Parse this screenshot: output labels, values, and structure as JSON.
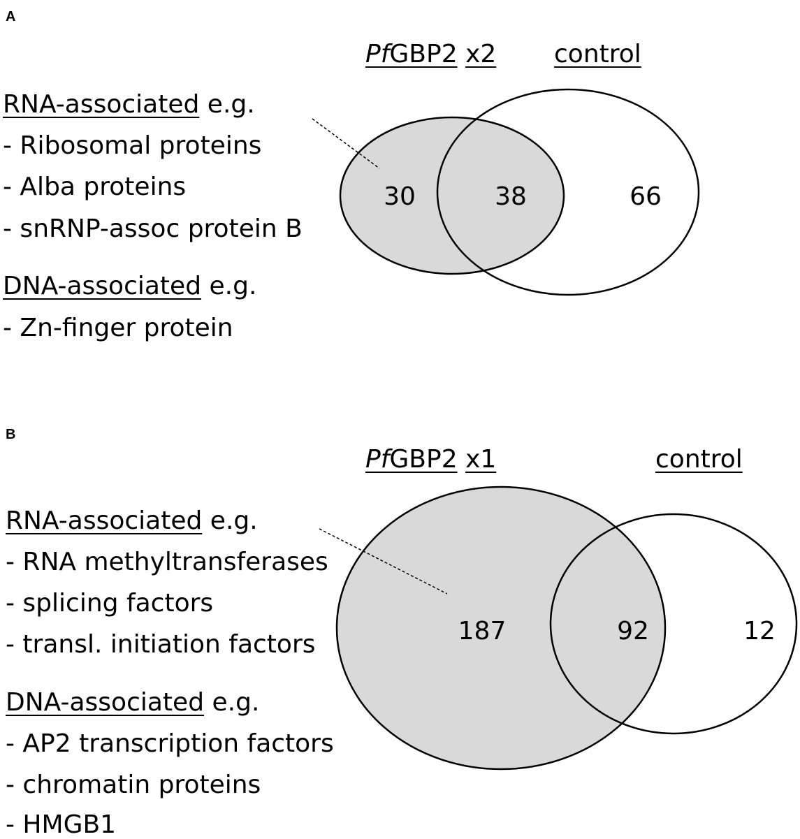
{
  "panels": [
    {
      "letter": "A",
      "header": {
        "pf_prefix": "Pf",
        "pf_rest": "GBP2",
        "multiplier": "x2",
        "control": "control"
      },
      "rna_heading": "RNA-associated",
      "rna_eg": "e.g.",
      "rna_items": [
        "- Ribosomal proteins",
        "- Alba proteins",
        "- snRNP-assoc protein B"
      ],
      "dna_heading": "DNA-associated",
      "dna_eg": "e.g.",
      "dna_items": [
        "- Zn-finger protein"
      ],
      "counts": {
        "only_pfgbp2": "30",
        "overlap": "38",
        "only_control": "66"
      }
    },
    {
      "letter": "B",
      "header": {
        "pf_prefix": "Pf",
        "pf_rest": "GBP2",
        "multiplier": "x1",
        "control": "control"
      },
      "rna_heading": "RNA-associated",
      "rna_eg": "e.g.",
      "rna_items": [
        "- RNA methyltransferases",
        "- splicing factors",
        "- transl. initiation factors"
      ],
      "dna_heading": "DNA-associated",
      "dna_eg": "e.g.",
      "dna_items": [
        "- AP2 transcription factors",
        "- chromatin proteins",
        "- HMGB1"
      ],
      "counts": {
        "only_pfgbp2": "187",
        "overlap": "92",
        "only_control": "12"
      }
    }
  ],
  "colors": {
    "shaded": "#d9d9d9",
    "outline": "#000000",
    "background": "#ffffff"
  }
}
